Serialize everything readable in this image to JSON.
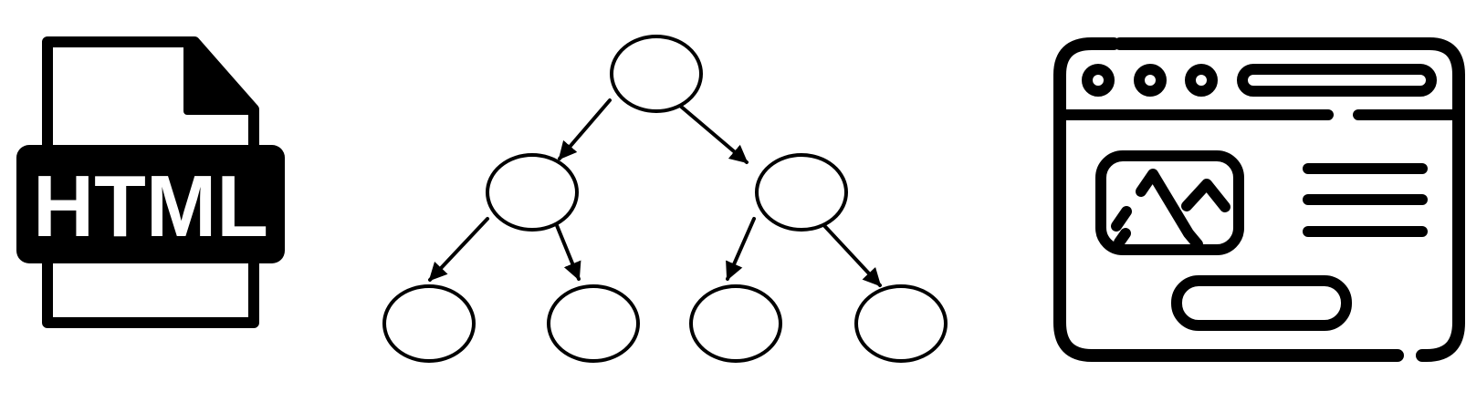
{
  "html_file_icon": {
    "icon": "html-file-icon",
    "label": "HTML"
  },
  "tree_diagram": {
    "icon": "tree-diagram-icon",
    "nodes": [
      {
        "id": "root"
      },
      {
        "id": "left-child"
      },
      {
        "id": "right-child"
      },
      {
        "id": "left-left-leaf"
      },
      {
        "id": "left-right-leaf"
      },
      {
        "id": "right-left-leaf"
      },
      {
        "id": "right-right-leaf"
      }
    ],
    "edges": [
      {
        "from": "root",
        "to": "left-child"
      },
      {
        "from": "root",
        "to": "right-child"
      },
      {
        "from": "left-child",
        "to": "left-left-leaf"
      },
      {
        "from": "left-child",
        "to": "left-right-leaf"
      },
      {
        "from": "right-child",
        "to": "right-left-leaf"
      },
      {
        "from": "right-child",
        "to": "right-right-leaf"
      }
    ]
  },
  "browser_window_icon": {
    "icon": "browser-window-icon",
    "parts": [
      "window-control-dot",
      "address-bar",
      "image-placeholder-icon",
      "text-line",
      "button-outline"
    ]
  }
}
